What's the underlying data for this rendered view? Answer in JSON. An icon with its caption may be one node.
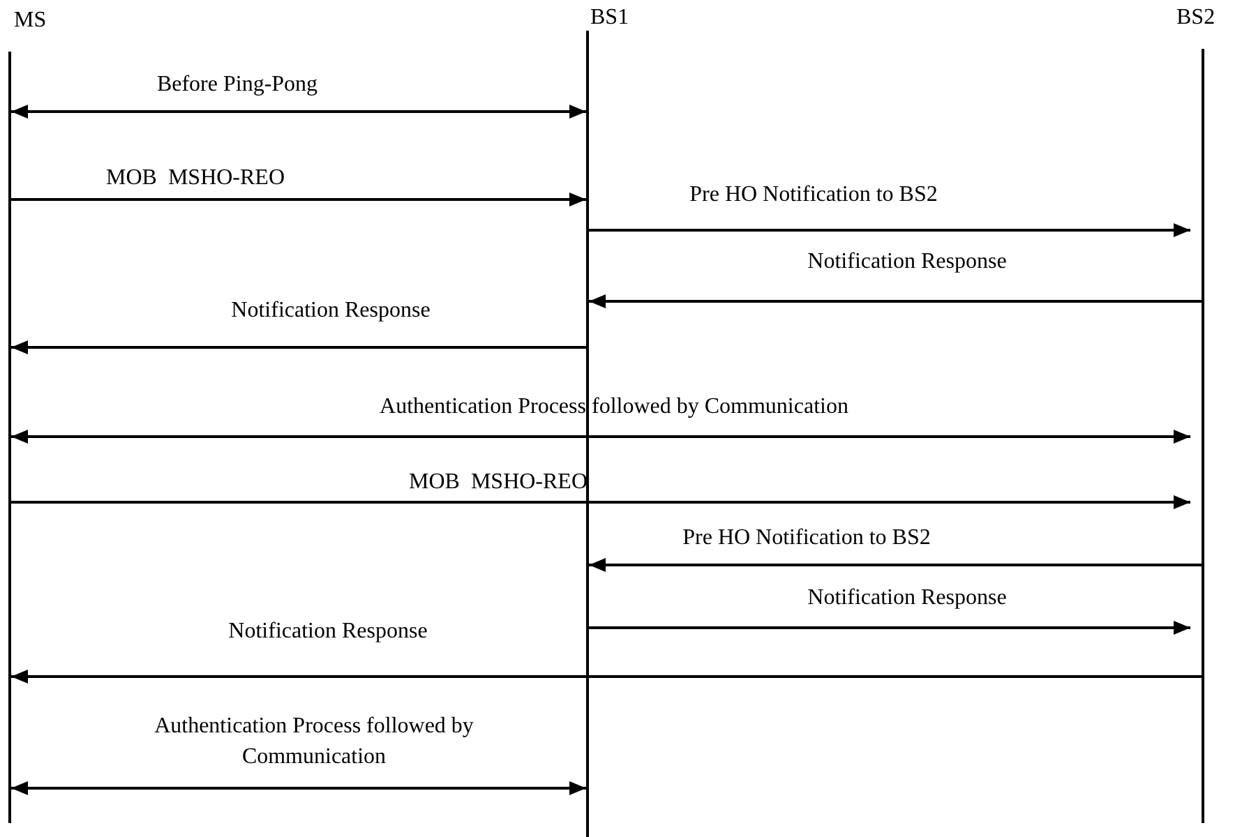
{
  "diagram": {
    "nodes": [
      {
        "text": [
          "MS"
        ]
      },
      {
        "text": [
          "BS1"
        ]
      },
      {
        "text": [
          "BS2"
        ]
      }
    ],
    "edges": [
      {
        "from": 0,
        "to": 1,
        "arrow": "both",
        "label": "Before Ping-Pong"
      },
      {
        "from": 0,
        "to": 1,
        "arrow": "to",
        "label": "MOB  MSHO-REO"
      },
      {
        "from": 1,
        "to": 2,
        "arrow": "to",
        "label": "Pre HO Notification to BS2"
      },
      {
        "from": 2,
        "to": 1,
        "arrow": "to",
        "label": "Notification Response"
      },
      {
        "from": 1,
        "to": 0,
        "arrow": "to",
        "label": "Notification Response"
      },
      {
        "from": 0,
        "to": 2,
        "arrow": "both",
        "label": "Authentication Process followed by Communication"
      },
      {
        "from": 0,
        "to": 2,
        "arrow": "to",
        "label": "MOB  MSHO-REO"
      },
      {
        "from": 2,
        "to": 1,
        "arrow": "to",
        "label": "Pre HO Notification to BS2"
      },
      {
        "from": 1,
        "to": 2,
        "arrow": "to",
        "label": "Notification Response"
      },
      {
        "from": 2,
        "to": 0,
        "arrow": "to",
        "label": "Notification Response"
      },
      {
        "from": 0,
        "to": 1,
        "arrow": "both",
        "label": "Authentication Process followed by Communication"
      }
    ]
  }
}
